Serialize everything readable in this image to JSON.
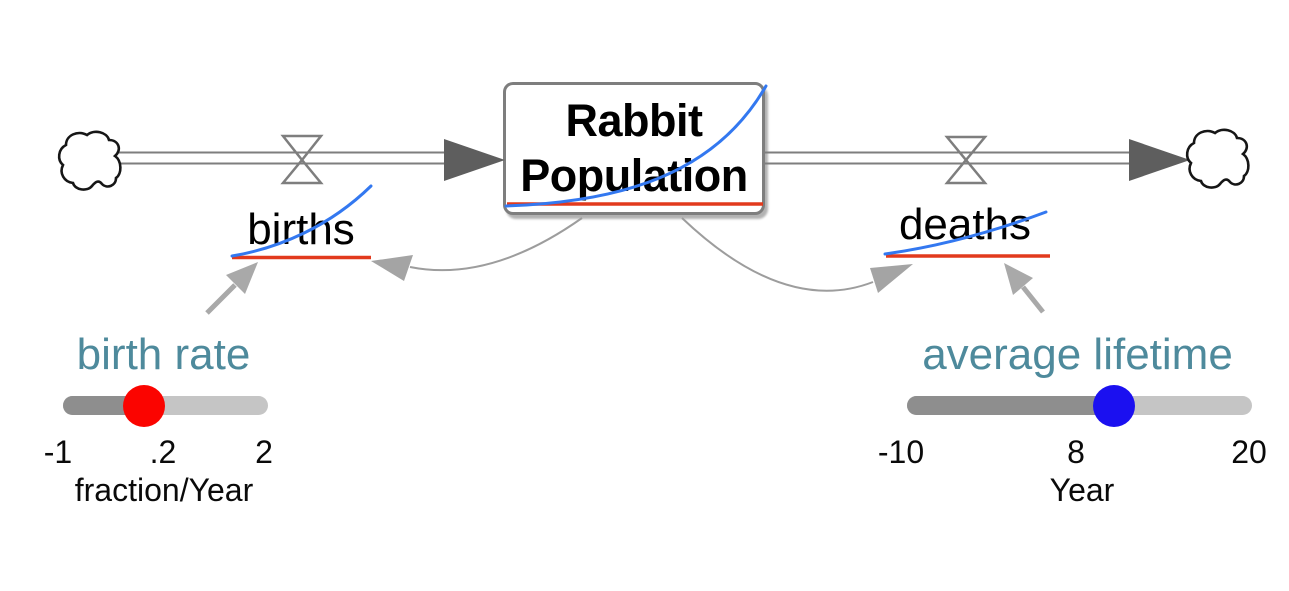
{
  "diagram": {
    "stock_label": "Rabbit Population",
    "inflow_label": "births",
    "outflow_label": "deaths"
  },
  "sliders": [
    {
      "id": "birth-rate",
      "label": "birth rate",
      "min": "-1",
      "value": ".2",
      "max": "2",
      "units": "fraction/Year",
      "knob_color": "#fb0400",
      "fill_pct": 40
    },
    {
      "id": "average-lifetime",
      "label": "average lifetime",
      "min": "-10",
      "value": "8",
      "max": "20",
      "units": "Year",
      "knob_color": "#1b10f0",
      "fill_pct": 60
    }
  ],
  "colors": {
    "variable_label": "#4e8a9c",
    "behavior_blue": "#3378f0",
    "reference_red": "#e23a1d",
    "pipe": "#7e7e7e",
    "flow_arrowhead": "#5e5e5e",
    "link_line": "#9d9d9d",
    "link_arrowhead": "#a4a4a4",
    "slider_arrow": "#a9a9a9",
    "track_active": "#8e8e8e",
    "track_inactive": "#c5c5c5"
  }
}
